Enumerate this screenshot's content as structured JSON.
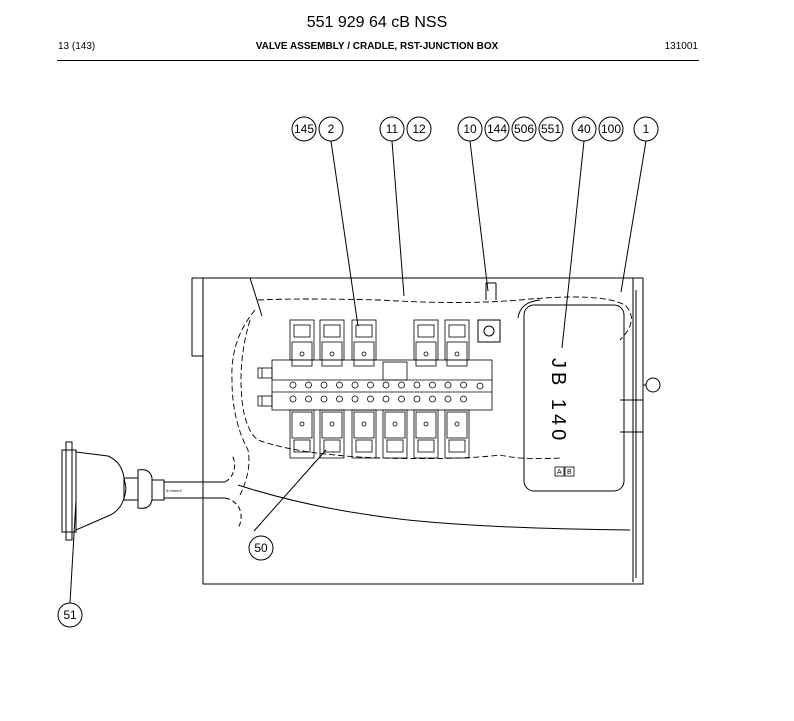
{
  "header": {
    "doc_code": "551 929 64 cB NSS",
    "page": "13 (143)",
    "title": "VALVE ASSEMBLY / CRADLE, RST-JUNCTION BOX",
    "date": "131001"
  },
  "callouts": {
    "c145": "145",
    "c2": "2",
    "c11": "11",
    "c12": "12",
    "c10": "10",
    "c144": "144",
    "c506": "506",
    "c551": "551",
    "c40": "40",
    "c100": "100",
    "c1": "1",
    "c50": "50",
    "c51": "51"
  },
  "labels": {
    "jb": "JB 140",
    "ab_a": "A",
    "ab_b": "B",
    "cable": "3×4mm2"
  }
}
